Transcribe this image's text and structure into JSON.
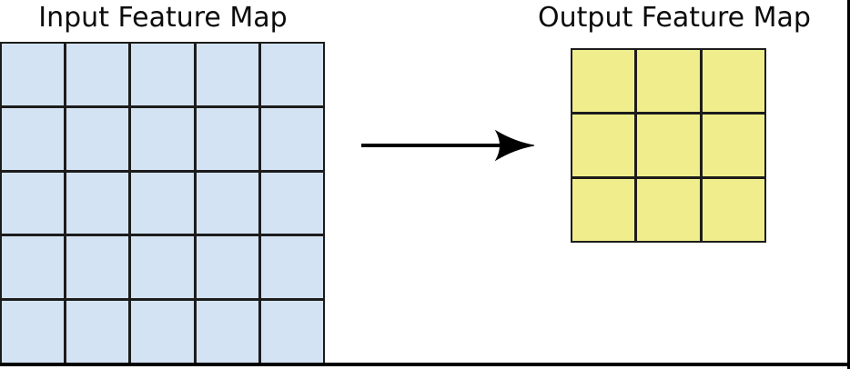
{
  "page": {
    "background_color": "#ffffff",
    "frame_color": "#000000"
  },
  "input_map": {
    "title": "Input Feature Map",
    "rows": 5,
    "cols": 5,
    "cell_color": "#d3e3f3",
    "line_color": "#1c1c1c"
  },
  "output_map": {
    "title": "Output Feature Map",
    "rows": 3,
    "cols": 3,
    "cell_color": "#f0ee8c",
    "line_color": "#1c1c1c"
  },
  "arrow": {
    "direction": "right",
    "color": "#000000"
  }
}
